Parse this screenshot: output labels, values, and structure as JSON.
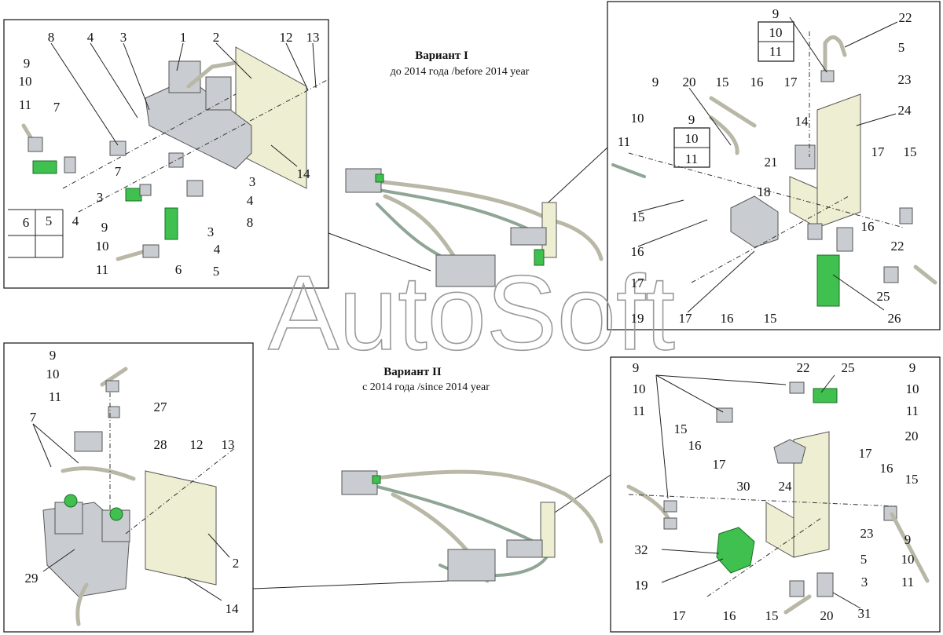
{
  "watermark": "AutoSoft",
  "variant1": {
    "title": "Вариант I",
    "subtitle": "до 2014 года /before 2014 year"
  },
  "variant2": {
    "title": "Вариант II",
    "subtitle": "с 2014 года /since 2014 year"
  },
  "panel1": {
    "labels": [
      "9",
      "10",
      "11",
      "7",
      "8",
      "4",
      "3",
      "1",
      "2",
      "12",
      "13",
      "6",
      "5",
      "4",
      "3",
      "9",
      "10",
      "11",
      "7",
      "3",
      "4",
      "3",
      "4",
      "5",
      "6",
      "8",
      "14"
    ]
  },
  "panel2": {
    "labels": [
      "9",
      "10",
      "11",
      "22",
      "5",
      "23",
      "24",
      "9",
      "20",
      "15",
      "16",
      "17",
      "14",
      "9",
      "10",
      "11",
      "11",
      "10",
      "21",
      "17",
      "15",
      "18",
      "15",
      "16",
      "16",
      "22",
      "17",
      "19",
      "17",
      "16",
      "15",
      "25",
      "26"
    ]
  },
  "panel3": {
    "labels": [
      "9",
      "10",
      "11",
      "27",
      "7",
      "28",
      "12",
      "13",
      "29",
      "2",
      "14"
    ]
  },
  "panel4": {
    "labels": [
      "9",
      "10",
      "11",
      "22",
      "25",
      "9",
      "10",
      "11",
      "20",
      "15",
      "16",
      "17",
      "30",
      "24",
      "17",
      "16",
      "15",
      "23",
      "5",
      "3",
      "31",
      "32",
      "19",
      "9",
      "10",
      "11",
      "17",
      "16",
      "15",
      "20"
    ]
  }
}
